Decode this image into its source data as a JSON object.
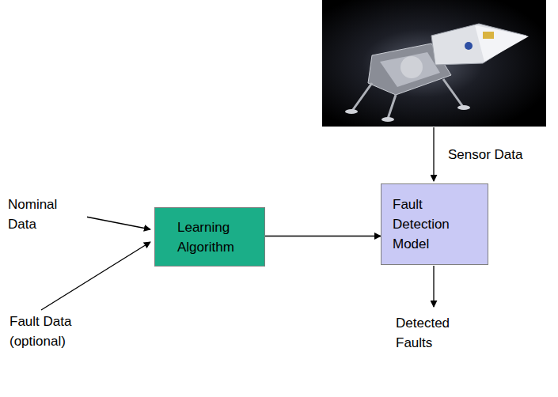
{
  "diagram": {
    "nodes": [
      {
        "text": [
          "Learning Algorithm"
        ]
      },
      {
        "text": [
          "Fault Detection Model"
        ]
      }
    ],
    "edges": [
      {
        "from": 0,
        "to": 1,
        "arrow": "to"
      }
    ],
    "labels": [
      "Nominal Data",
      "Fault Data (optional)",
      "Sensor Data",
      "Detected Faults"
    ]
  }
}
